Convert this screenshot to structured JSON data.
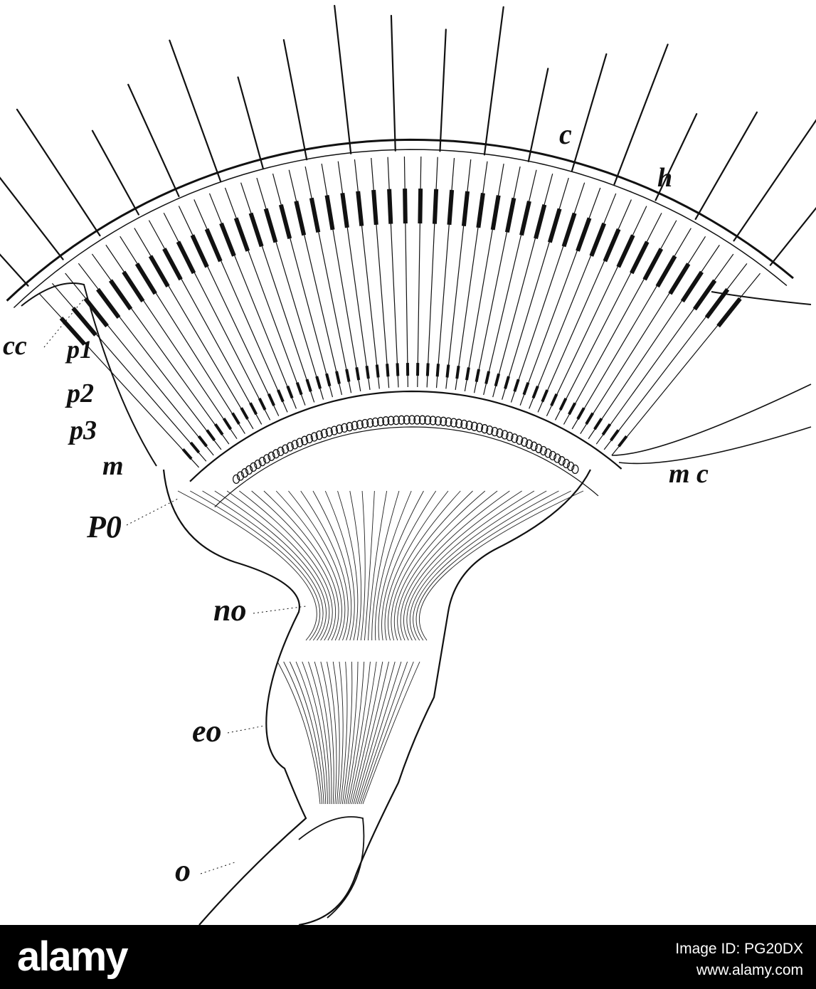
{
  "figure": {
    "labels": {
      "c": "c",
      "h": "h",
      "cc": "cc",
      "p1": "p1",
      "p2": "p2",
      "p3": "p3",
      "m": "m",
      "p0": "P0",
      "mc": "m c",
      "no": "no",
      "eo": "eo",
      "o": "o"
    }
  },
  "footer": {
    "logo_text": "alamy",
    "image_id": "Image ID: PG20DX",
    "url": "www.alamy.com"
  },
  "colors": {
    "ink": "#111111",
    "paper": "#ffffff",
    "footer_bg": "#000000",
    "footer_text": "#ffffff"
  }
}
